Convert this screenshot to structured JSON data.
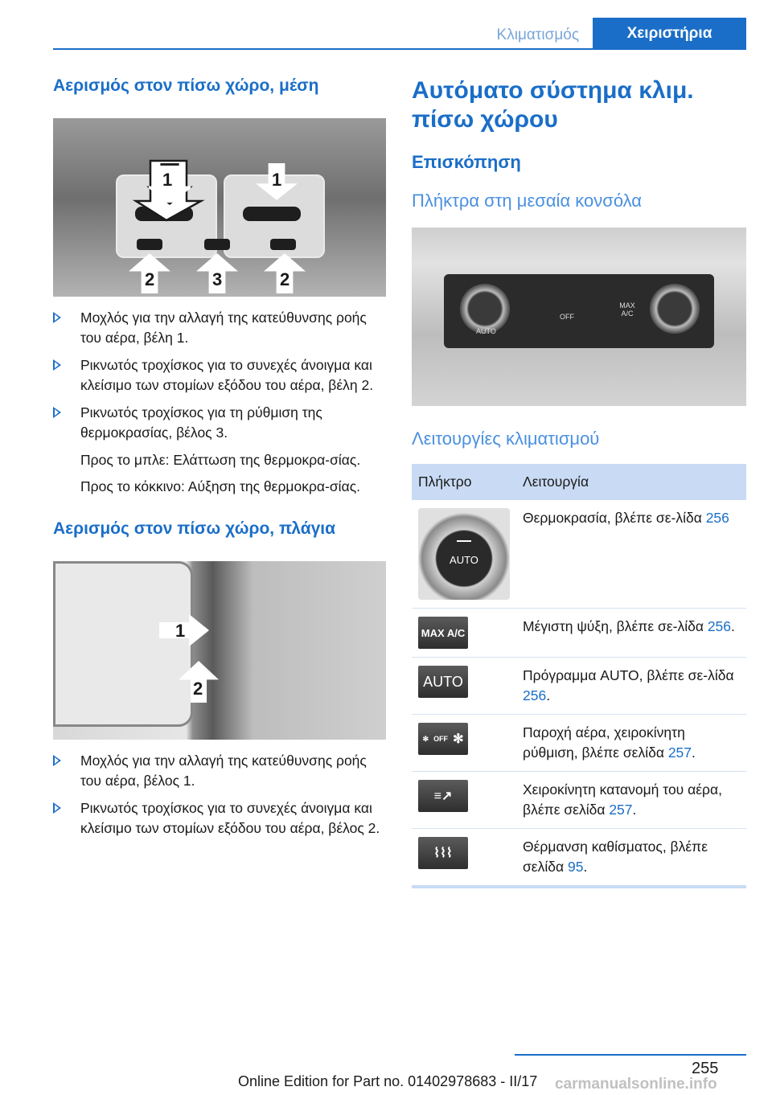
{
  "header": {
    "section": "Κλιματισμός",
    "chapter": "Χειριστήρια"
  },
  "left": {
    "section1": {
      "heading": "Αερισμός στον πίσω χώρο, μέση",
      "image_arrow_labels": [
        "1",
        "1",
        "2",
        "3",
        "2"
      ],
      "bullets": [
        "Μοχλός για την αλλαγή της κατεύθυνσης ροής του αέρα, βέλη 1.",
        "Ρικνωτός τροχίσκος για το συνεχές άνοιγμα και κλείσιμο των στομίων εξόδου του αέρα, βέλη 2.",
        "Ρικνωτός τροχίσκος για τη ρύθμιση της θερμοκρασίας, βέλος 3."
      ],
      "notes": [
        "Προς το μπλε: Ελάττωση της θερμοκρα-σίας.",
        "Προς το κόκκινο: Αύξηση της θερμοκρα-σίας."
      ]
    },
    "section2": {
      "heading": "Αερισμός στον πίσω χώρο, πλάγια",
      "image_arrow_labels": [
        "1",
        "2"
      ],
      "bullets": [
        "Μοχλός για την αλλαγή της κατεύθυνσης ροής του αέρα, βέλος 1.",
        "Ρικνωτός τροχίσκος για το συνεχές άνοιγμα και κλείσιμο των στομίων εξόδου του αέρα, βέλος 2."
      ]
    }
  },
  "right": {
    "title": "Αυτόματο σύστημα κλιμ. πίσω χώρου",
    "overview": "Επισκόπηση",
    "console_heading": "Πλήκτρα στη μεσαία κονσόλα",
    "console_labels": [
      "AUTO",
      "OFF",
      "MAX A/C"
    ],
    "functions_heading": "Λειτουργίες κλιματισμού",
    "table": {
      "col_key": "Πλήκτρο",
      "col_function": "Λειτουργία",
      "rows": [
        {
          "icon": "temperature-knob-icon",
          "icon_label": "AUTO",
          "text": "Θερμοκρασία, βλέπε σε-λίδα ",
          "page": "256",
          "suffix": ""
        },
        {
          "icon": "max-ac-icon",
          "icon_label": "MAX A/C",
          "text": "Μέγιστη ψύξη, βλέπε σε-λίδα ",
          "page": "256",
          "suffix": "."
        },
        {
          "icon": "auto-icon",
          "icon_label": "AUTO",
          "text": "Πρόγραμμα AUTO, βλέπε σε-λίδα ",
          "page": "256",
          "suffix": "."
        },
        {
          "icon": "fan-icon",
          "icon_label": "OFF",
          "text": "Παροχή αέρα, χειροκίνητη ρύθμιση, βλέπε σελίδα ",
          "page": "257",
          "suffix": "."
        },
        {
          "icon": "air-distribution-icon",
          "icon_label": "",
          "text": "Χειροκίνητη κατανομή του αέρα, βλέπε σελίδα ",
          "page": "257",
          "suffix": "."
        },
        {
          "icon": "seat-heating-icon",
          "icon_label": "",
          "text": "Θέρμανση καθίσματος, βλέπε σελίδα ",
          "page": "95",
          "suffix": "."
        }
      ]
    }
  },
  "footer": {
    "page_number": "255",
    "edition": "Online Edition for Part no. 01402978683 - II/17",
    "watermark": "carmanualsonline.info"
  },
  "colors": {
    "accent": "#1a6ec8",
    "table_header": "#c9dbf4"
  }
}
